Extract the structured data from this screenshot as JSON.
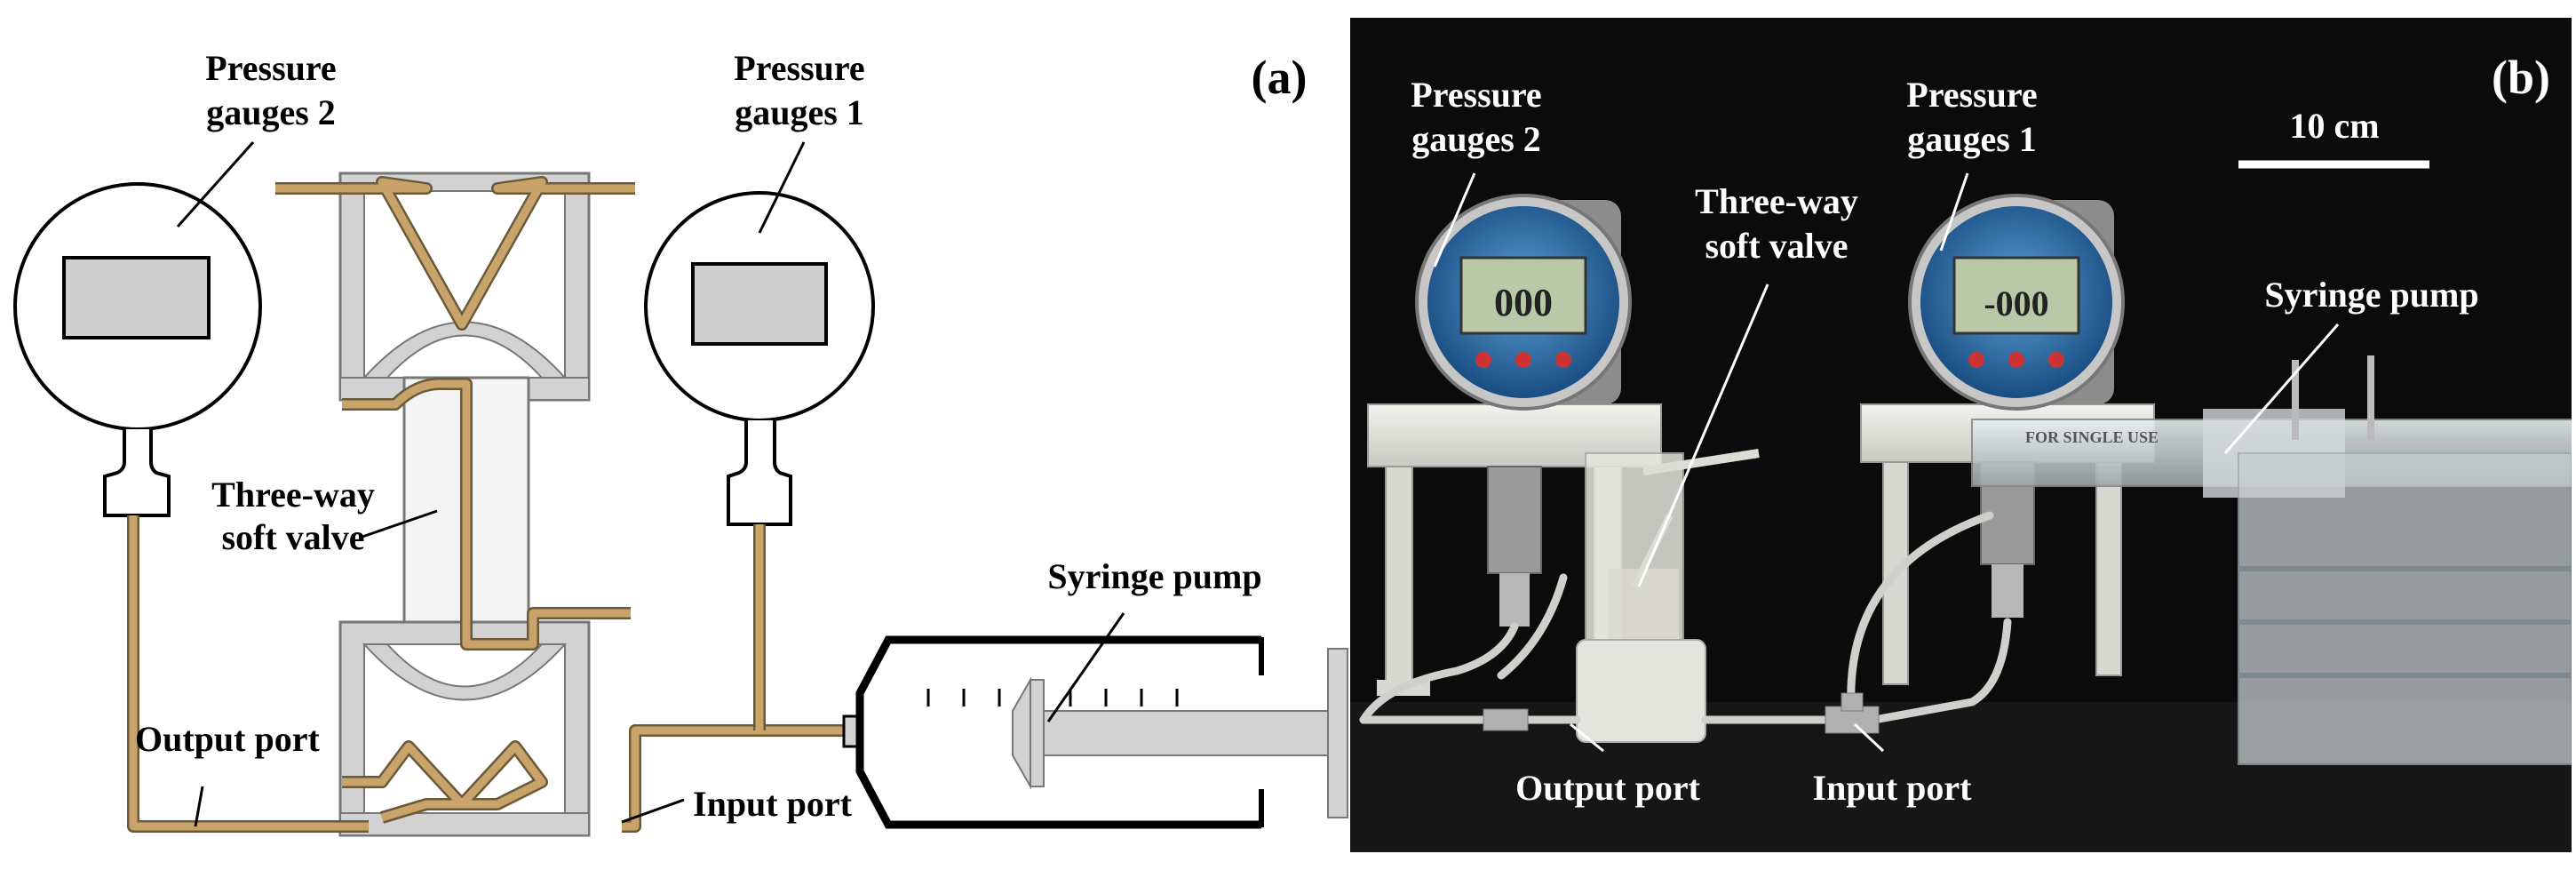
{
  "panel_a": {
    "tag": "(a)",
    "gauge2": [
      "Pressure",
      "gauges 2"
    ],
    "gauge1": [
      "Pressure",
      "gauges 1"
    ],
    "valve": [
      "Three-way",
      "soft valve"
    ],
    "syringe": "Syringe pump",
    "output": "Output port",
    "input": "Input port"
  },
  "panel_b": {
    "tag": "(b)",
    "scale": "10 cm",
    "gauge2": [
      "Pressure",
      "gauges 2"
    ],
    "gauge1": [
      "Pressure",
      "gauges 1"
    ],
    "valve": [
      "Three-way",
      "soft valve"
    ],
    "syringe": "Syringe pump",
    "output": "Output port",
    "input": "Input port",
    "gauge_display_value": "000",
    "gauge1_display_value": "-000",
    "syringe_print": "FOR SINGLE USE"
  },
  "colors": {
    "tube": "#c8a46a",
    "frame": "#cfcfcf",
    "photo_bg": "#0b0b0b"
  }
}
